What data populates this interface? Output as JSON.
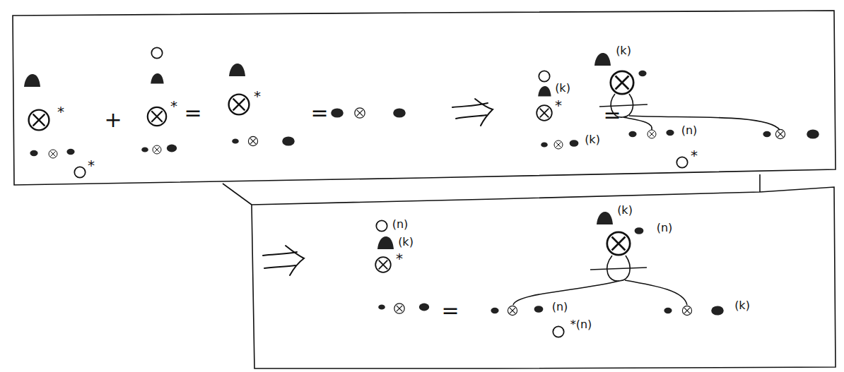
{
  "diagram": {
    "labels": [
      "*",
      "*",
      "+",
      "*",
      "=",
      "*",
      "=",
      "(k)",
      "*",
      "(k)",
      "=",
      "(k)",
      "(n)",
      "*",
      "(n)",
      "(k)",
      "*",
      "=",
      "(k)",
      "(n)",
      "(n)",
      "*(n)",
      "(k)"
    ]
  }
}
